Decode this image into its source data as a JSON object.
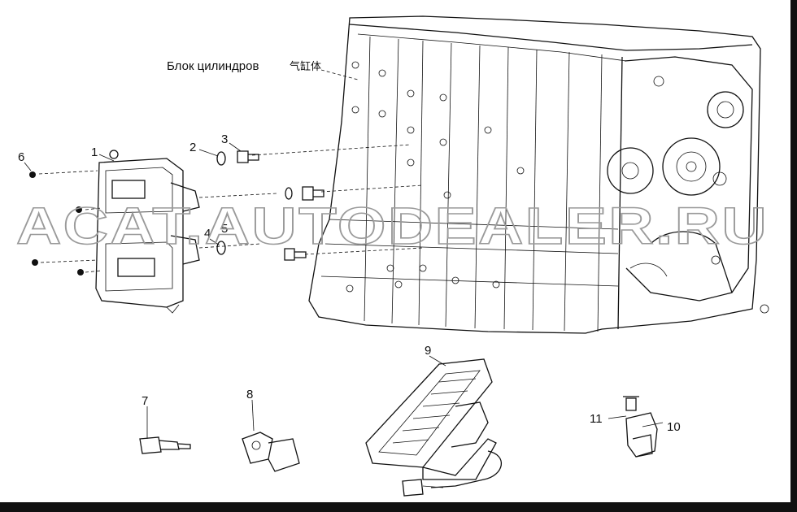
{
  "diagram": {
    "block_label_ru": "Блок цилиндров",
    "block_label_cn": "气缸体",
    "watermark": "ACAT.AUTODEALER.RU",
    "callouts": [
      "1",
      "2",
      "3",
      "4",
      "5",
      "6",
      "7",
      "8",
      "9",
      "10",
      "11"
    ]
  },
  "colors": {
    "ink": "#111111",
    "watermark": "#9a9a9a",
    "frame": "#000000"
  }
}
